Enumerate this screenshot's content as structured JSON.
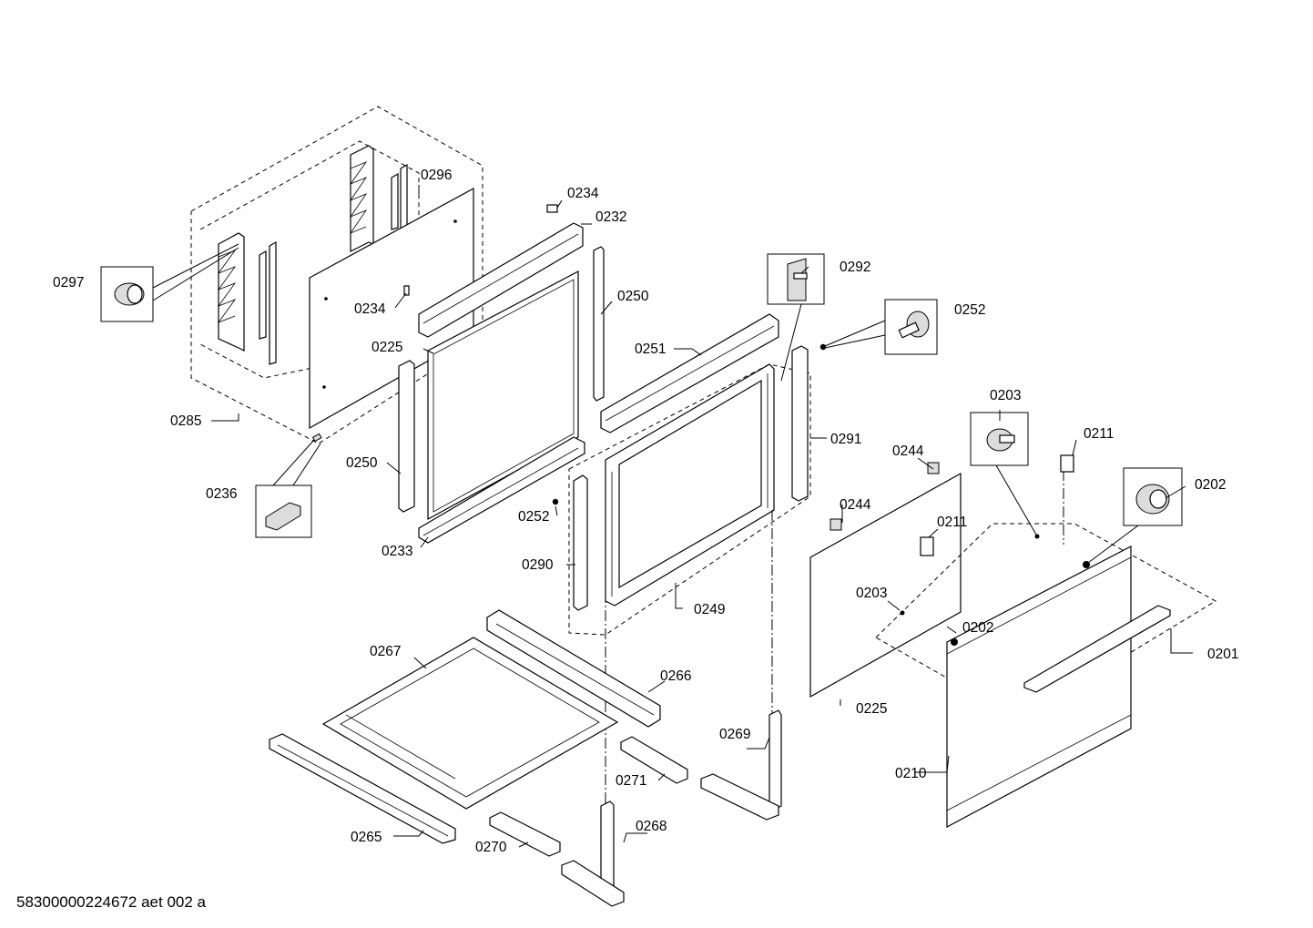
{
  "document_id": "58300000224672 aet 002 a",
  "labels": {
    "p0296": "0296",
    "p0297": "0297",
    "p0234a": "0234",
    "p0232": "0232",
    "p0234b": "0234",
    "p0250a": "0250",
    "p0225a": "0225",
    "p0285": "0285",
    "p0250b": "0250",
    "p0236": "0236",
    "p0233": "0233",
    "p0252a": "0252",
    "p0292": "0292",
    "p0252b": "0252",
    "p0251": "0251",
    "p0291": "0291",
    "p0290": "0290",
    "p0249": "0249",
    "p0244a": "0244",
    "p0244b": "0244",
    "p0211a": "0211",
    "p0211b": "0211",
    "p0203a": "0203",
    "p0203b": "0203",
    "p0202a": "0202",
    "p0202b": "0202",
    "p0201": "0201",
    "p0225b": "0225",
    "p0210": "0210",
    "p0267": "0267",
    "p0266": "0266",
    "p0269": "0269",
    "p0271": "0271",
    "p0268": "0268",
    "p0265": "0265",
    "p0270": "0270"
  }
}
